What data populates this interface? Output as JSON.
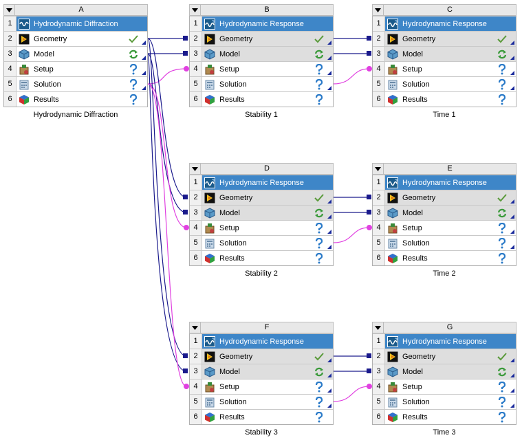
{
  "systems": {
    "A": {
      "letter": "A",
      "caption": "Hydrodynamic Diffraction",
      "rows": [
        {
          "n": "1",
          "label": "Hydrodynamic Diffraction"
        },
        {
          "n": "2",
          "label": "Geometry"
        },
        {
          "n": "3",
          "label": "Model"
        },
        {
          "n": "4",
          "label": "Setup"
        },
        {
          "n": "5",
          "label": "Solution"
        },
        {
          "n": "6",
          "label": "Results"
        }
      ]
    },
    "B": {
      "letter": "B",
      "caption": "Stability 1",
      "rows": [
        {
          "n": "1",
          "label": "Hydrodynamic Response"
        },
        {
          "n": "2",
          "label": "Geometry"
        },
        {
          "n": "3",
          "label": "Model"
        },
        {
          "n": "4",
          "label": "Setup"
        },
        {
          "n": "5",
          "label": "Solution"
        },
        {
          "n": "6",
          "label": "Results"
        }
      ]
    },
    "C": {
      "letter": "C",
      "caption": "Time 1",
      "rows": [
        {
          "n": "1",
          "label": "Hydrodynamic Response"
        },
        {
          "n": "2",
          "label": "Geometry"
        },
        {
          "n": "3",
          "label": "Model"
        },
        {
          "n": "4",
          "label": "Setup"
        },
        {
          "n": "5",
          "label": "Solution"
        },
        {
          "n": "6",
          "label": "Results"
        }
      ]
    },
    "D": {
      "letter": "D",
      "caption": "Stability 2",
      "rows": [
        {
          "n": "1",
          "label": "Hydrodynamic Response"
        },
        {
          "n": "2",
          "label": "Geometry"
        },
        {
          "n": "3",
          "label": "Model"
        },
        {
          "n": "4",
          "label": "Setup"
        },
        {
          "n": "5",
          "label": "Solution"
        },
        {
          "n": "6",
          "label": "Results"
        }
      ]
    },
    "E": {
      "letter": "E",
      "caption": "Time 2",
      "rows": [
        {
          "n": "1",
          "label": "Hydrodynamic Response"
        },
        {
          "n": "2",
          "label": "Geometry"
        },
        {
          "n": "3",
          "label": "Model"
        },
        {
          "n": "4",
          "label": "Setup"
        },
        {
          "n": "5",
          "label": "Solution"
        },
        {
          "n": "6",
          "label": "Results"
        }
      ]
    },
    "F": {
      "letter": "F",
      "caption": "Stability 3",
      "rows": [
        {
          "n": "1",
          "label": "Hydrodynamic Response"
        },
        {
          "n": "2",
          "label": "Geometry"
        },
        {
          "n": "3",
          "label": "Model"
        },
        {
          "n": "4",
          "label": "Setup"
        },
        {
          "n": "5",
          "label": "Solution"
        },
        {
          "n": "6",
          "label": "Results"
        }
      ]
    },
    "G": {
      "letter": "G",
      "caption": "Time 3",
      "rows": [
        {
          "n": "1",
          "label": "Hydrodynamic Response"
        },
        {
          "n": "2",
          "label": "Geometry"
        },
        {
          "n": "3",
          "label": "Model"
        },
        {
          "n": "4",
          "label": "Setup"
        },
        {
          "n": "5",
          "label": "Solution"
        },
        {
          "n": "6",
          "label": "Results"
        }
      ]
    }
  },
  "colors": {
    "title_bar": "#3e86c8",
    "shared_row": "#dedede",
    "data_link": "#1a1a8c",
    "solution_link": "#e040e0"
  }
}
